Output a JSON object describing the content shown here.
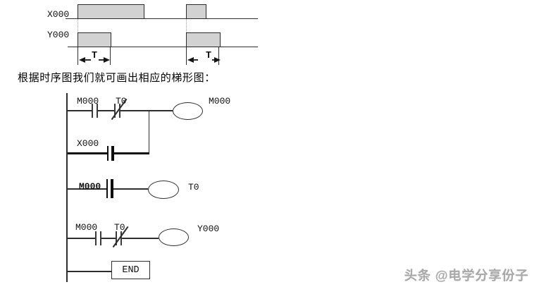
{
  "timing": {
    "x_signal": {
      "label": "X000",
      "pulses": [
        "long",
        "short"
      ]
    },
    "y_signal": {
      "label": "Y000",
      "pulses": [
        "T",
        "T"
      ]
    },
    "t1": "T",
    "t2": "T"
  },
  "heading": "根据时序图我们就可画出相应的梯形图：",
  "ladder": {
    "rung1": {
      "contact1": "M000",
      "contact1_type": "NO",
      "contact2": "T0",
      "contact2_type": "NC",
      "coil": "M000"
    },
    "branch": {
      "contact": "X000",
      "contact_type": "NO"
    },
    "rung2": {
      "contact1": "M000",
      "contact1_type": "NO",
      "coil": "T0"
    },
    "rung3": {
      "contact1": "M000",
      "contact1_type": "NO",
      "contact2": "T0",
      "contact2_type": "NC",
      "coil": "Y000"
    },
    "end_label": "END"
  },
  "watermark": "头条 @电学分享份子",
  "colors": {
    "pulse_fill": "#d2d2d2",
    "line": "#2e2e2e",
    "watermark_gray": "#a9a9a9"
  }
}
